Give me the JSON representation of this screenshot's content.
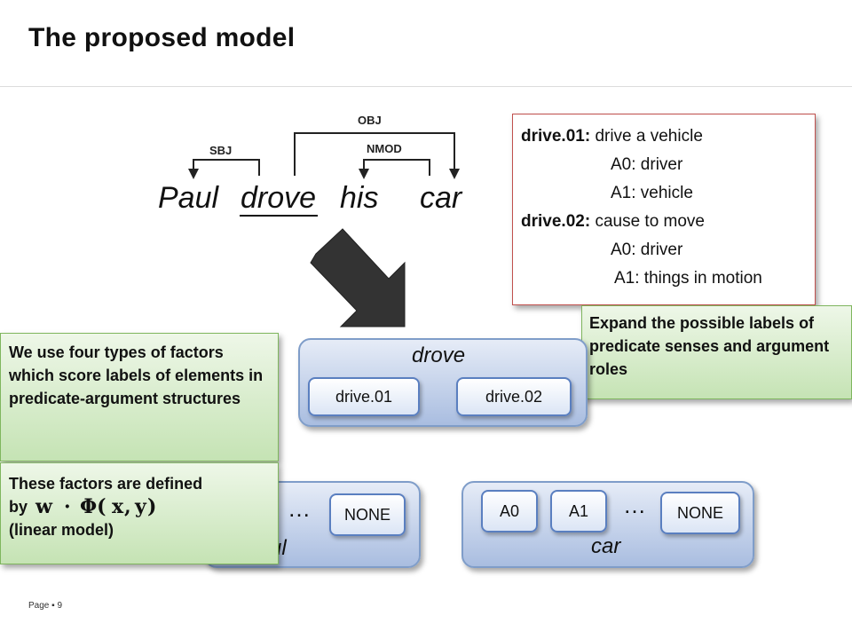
{
  "slide": {
    "title": "The proposed model",
    "footer": {
      "page_label": "Page",
      "separator": "▪",
      "page_number": "9"
    }
  },
  "sentence": {
    "words": [
      "Paul",
      "drove",
      "his",
      "car"
    ],
    "dependencies": {
      "obj": "OBJ",
      "sbj": "SBJ",
      "nmod": "NMOD"
    }
  },
  "senses": {
    "s1_name": "drive.01:",
    "s1_desc": "drive a vehicle",
    "s1_a0": "A0: driver",
    "s1_a1": "A1: vehicle",
    "s2_name": "drive.02:",
    "s2_desc": "cause to move",
    "s2_a0": "A0: driver",
    "s2_a1": "A1: things in motion"
  },
  "callouts": {
    "expand": "Expand the possible labels of predicate senses and argument roles",
    "factors": "We use four types of factors which score labels of elements in predicate-argument structures",
    "defined_line1": "These factors are defined",
    "defined_by": "by",
    "defined_line3": "(linear model)"
  },
  "groups": {
    "drove": {
      "label": "drove",
      "options": [
        "drive.01",
        "drive.02"
      ]
    },
    "paul": {
      "label": "Paul",
      "visible_label": "ul",
      "ellipsis": "…",
      "none": "NONE"
    },
    "car": {
      "label": "car",
      "options": [
        "A0",
        "A1"
      ],
      "ellipsis": "…",
      "none": "NONE"
    }
  },
  "colors": {
    "sense_border": "#c0504d",
    "callout_border": "#7fb65e",
    "group_border": "#7f9dc9",
    "arrow": "#333333"
  }
}
